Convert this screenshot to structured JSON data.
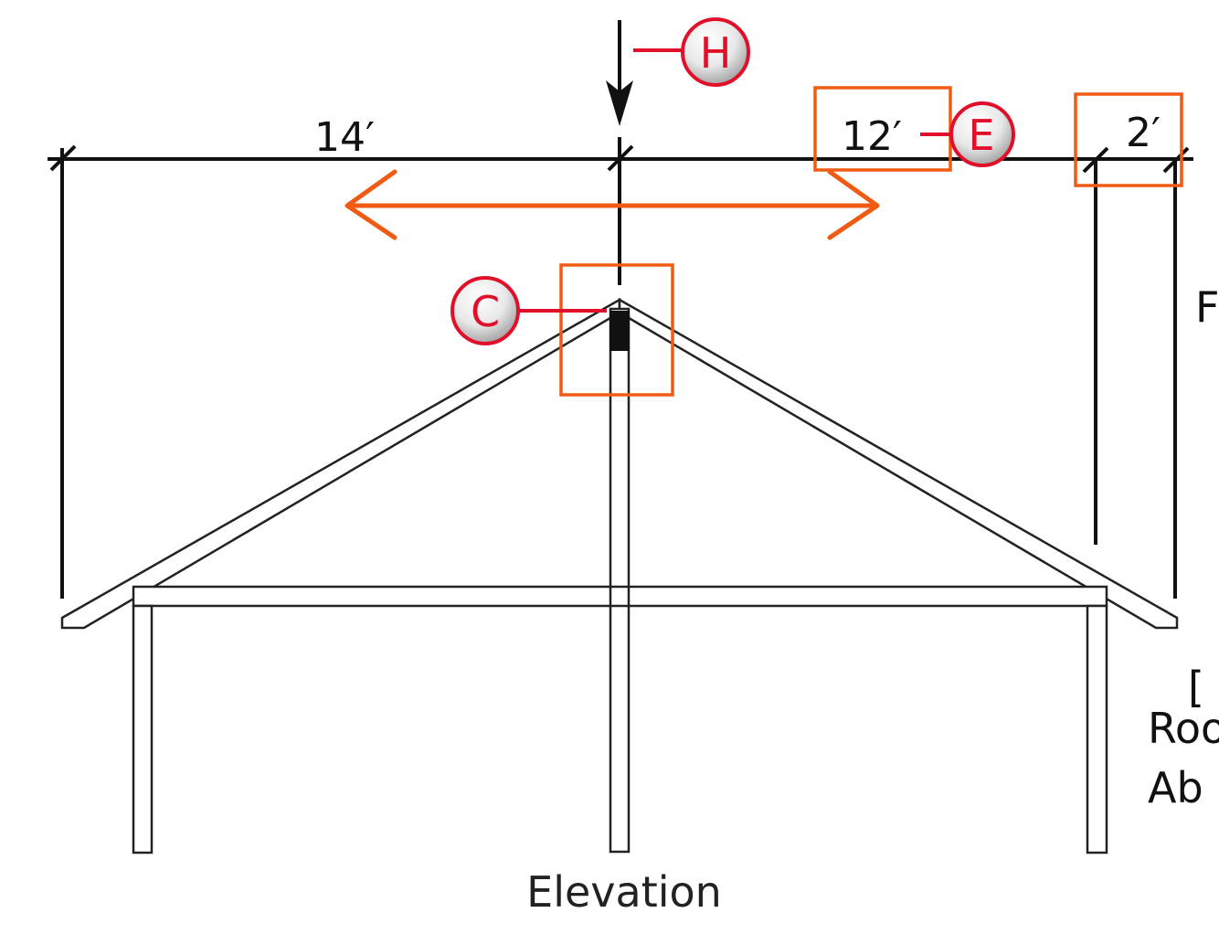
{
  "dimensions": {
    "left_span": "14′",
    "center_span": "12′",
    "overhang": "2′"
  },
  "callouts": {
    "h": "H",
    "e": "E",
    "c": "C"
  },
  "caption": "Elevation",
  "edge_labels": {
    "top": "F",
    "bracket": "[",
    "line1": "Roo",
    "line2": "Ab"
  },
  "colors": {
    "callout": "#e0102a",
    "highlight": "#f05a12",
    "line": "#111111"
  }
}
